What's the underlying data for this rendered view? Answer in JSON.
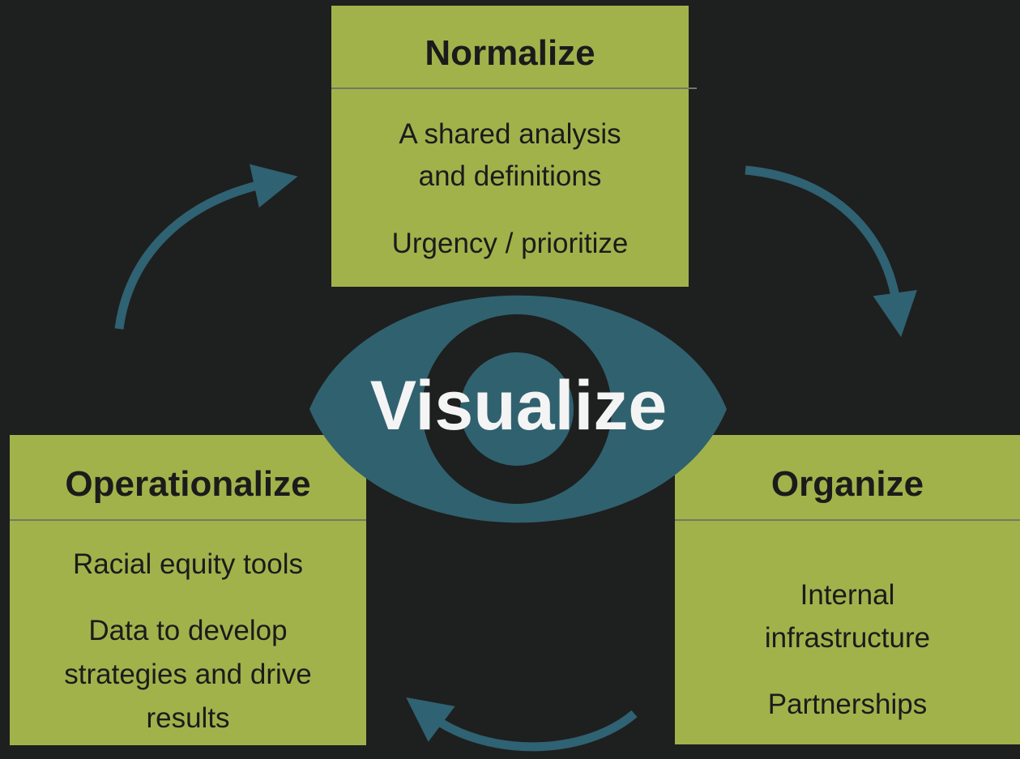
{
  "center": {
    "label": "Visualize"
  },
  "normalize": {
    "title": "Normalize",
    "lines": [
      "A shared analysis",
      "and definitions",
      "Urgency / prioritize"
    ]
  },
  "organize": {
    "title": "Organize",
    "lines": [
      "Internal",
      "infrastructure",
      "Partnerships"
    ]
  },
  "operationalize": {
    "title": "Operationalize",
    "lines": [
      "Racial equity tools",
      "Data to develop",
      "strategies and drive",
      "results"
    ]
  },
  "colors": {
    "background": "#1e1f1f",
    "box_fill": "#a2b24b",
    "eye_teal": "#30616f",
    "arrow_teal": "#2f6272",
    "center_text": "#f4f4f4"
  },
  "icons": [
    "eye-icon",
    "cycle-arrow-icon"
  ]
}
